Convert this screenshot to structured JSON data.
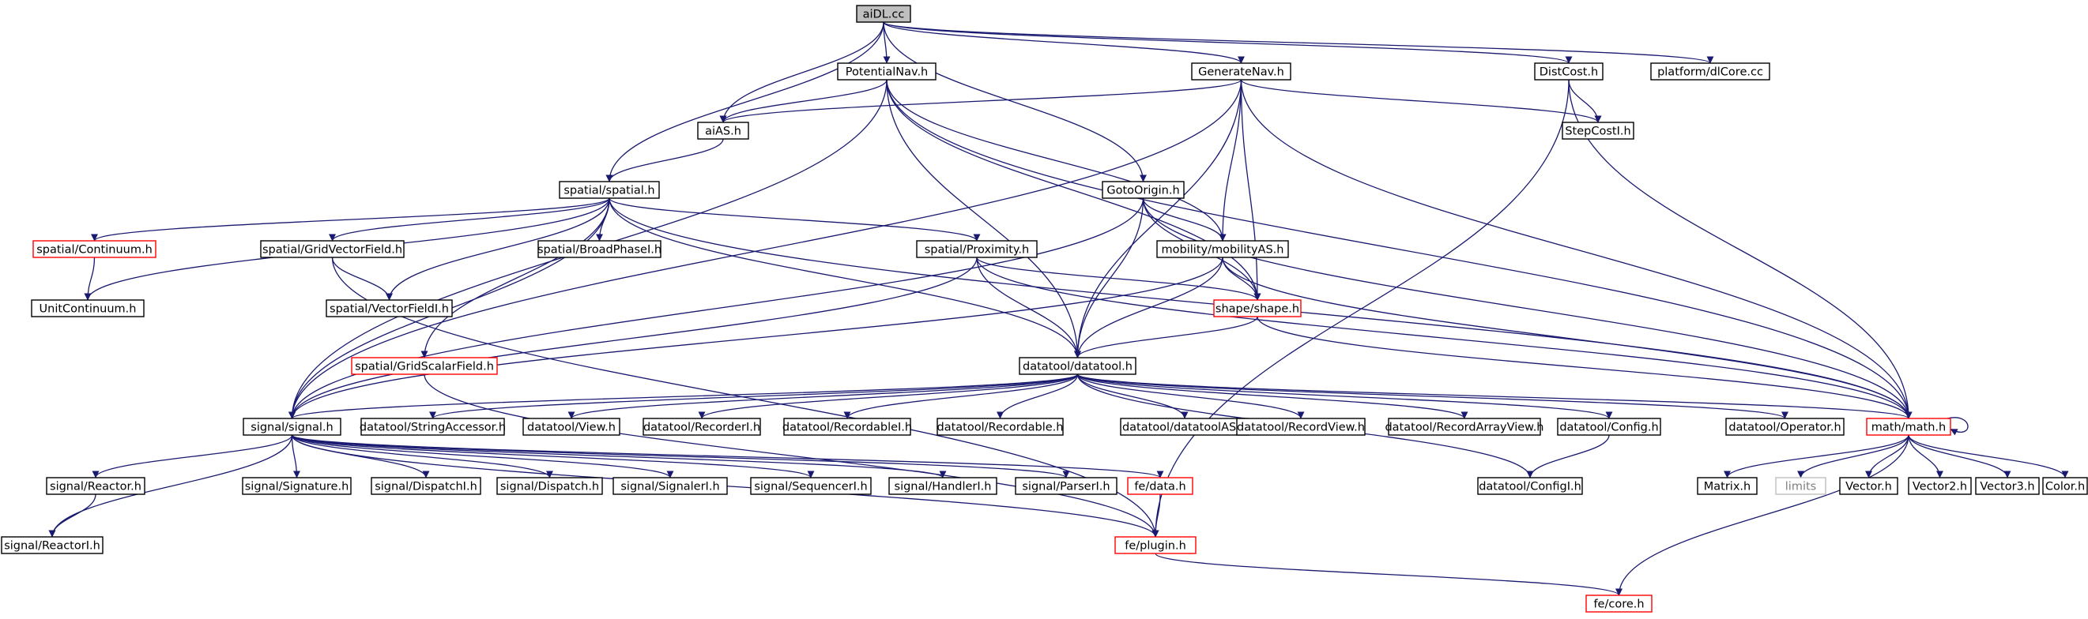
{
  "colors": {
    "edge": "#191970",
    "node_border": "#000000",
    "node_fill": "#ffffff",
    "root_fill": "#bfbfbf",
    "truncated_border": "#ff0000",
    "external_border": "#bfbfbf",
    "text": "#000000",
    "external_text": "#7f7f7f"
  },
  "nodes": [
    {
      "id": "aiDL",
      "label": "aiDL.cc",
      "style": "root"
    },
    {
      "id": "PotentialNav",
      "label": "PotentialNav.h",
      "style": "normal"
    },
    {
      "id": "GenerateNav",
      "label": "GenerateNav.h",
      "style": "normal"
    },
    {
      "id": "DistCost",
      "label": "DistCost.h",
      "style": "normal"
    },
    {
      "id": "dlCore",
      "label": "platform/dlCore.cc",
      "style": "normal"
    },
    {
      "id": "aiAS",
      "label": "aiAS.h",
      "style": "normal"
    },
    {
      "id": "StepCostI",
      "label": "StepCostI.h",
      "style": "normal"
    },
    {
      "id": "spatial",
      "label": "spatial/spatial.h",
      "style": "normal"
    },
    {
      "id": "GotoOrigin",
      "label": "GotoOrigin.h",
      "style": "normal"
    },
    {
      "id": "Continuum",
      "label": "spatial/Continuum.h",
      "style": "truncated"
    },
    {
      "id": "GridVectorField",
      "label": "spatial/GridVectorField.h",
      "style": "normal"
    },
    {
      "id": "BroadPhaseI",
      "label": "spatial/BroadPhaseI.h",
      "style": "normal"
    },
    {
      "id": "Proximity",
      "label": "spatial/Proximity.h",
      "style": "normal"
    },
    {
      "id": "mobilityAS",
      "label": "mobility/mobilityAS.h",
      "style": "normal"
    },
    {
      "id": "UnitContinuum",
      "label": "UnitContinuum.h",
      "style": "normal"
    },
    {
      "id": "VectorFieldI",
      "label": "spatial/VectorFieldI.h",
      "style": "normal"
    },
    {
      "id": "shape",
      "label": "shape/shape.h",
      "style": "truncated"
    },
    {
      "id": "GridScalarField",
      "label": "spatial/GridScalarField.h",
      "style": "truncated"
    },
    {
      "id": "datatool",
      "label": "datatool/datatool.h",
      "style": "normal"
    },
    {
      "id": "signal",
      "label": "signal/signal.h",
      "style": "normal"
    },
    {
      "id": "StringAccessor",
      "label": "datatool/StringAccessor.h",
      "style": "normal"
    },
    {
      "id": "View",
      "label": "datatool/View.h",
      "style": "normal"
    },
    {
      "id": "RecorderI",
      "label": "datatool/RecorderI.h",
      "style": "normal"
    },
    {
      "id": "RecordableI",
      "label": "datatool/RecordableI.h",
      "style": "normal"
    },
    {
      "id": "Recordable",
      "label": "datatool/Recordable.h",
      "style": "normal"
    },
    {
      "id": "datatoolAS",
      "label": "datatool/datatoolAS.h",
      "style": "normal"
    },
    {
      "id": "RecordView",
      "label": "datatool/RecordView.h",
      "style": "normal"
    },
    {
      "id": "RecordArrayView",
      "label": "datatool/RecordArrayView.h",
      "style": "normal"
    },
    {
      "id": "Config",
      "label": "datatool/Config.h",
      "style": "normal"
    },
    {
      "id": "Operator",
      "label": "datatool/Operator.h",
      "style": "normal"
    },
    {
      "id": "math",
      "label": "math/math.h",
      "style": "truncated"
    },
    {
      "id": "Reactor",
      "label": "signal/Reactor.h",
      "style": "normal"
    },
    {
      "id": "Signature",
      "label": "signal/Signature.h",
      "style": "normal"
    },
    {
      "id": "DispatchI",
      "label": "signal/DispatchI.h",
      "style": "normal"
    },
    {
      "id": "Dispatch",
      "label": "signal/Dispatch.h",
      "style": "normal"
    },
    {
      "id": "SignalerI",
      "label": "signal/SignalerI.h",
      "style": "normal"
    },
    {
      "id": "SequencerI",
      "label": "signal/SequencerI.h",
      "style": "normal"
    },
    {
      "id": "HandlerI",
      "label": "signal/HandlerI.h",
      "style": "normal"
    },
    {
      "id": "ParserI",
      "label": "signal/ParserI.h",
      "style": "normal"
    },
    {
      "id": "data",
      "label": "fe/data.h",
      "style": "truncated"
    },
    {
      "id": "ConfigI",
      "label": "datatool/ConfigI.h",
      "style": "normal"
    },
    {
      "id": "Matrix",
      "label": "Matrix.h",
      "style": "normal"
    },
    {
      "id": "limits",
      "label": "limits",
      "style": "external"
    },
    {
      "id": "Vector",
      "label": "Vector.h",
      "style": "normal"
    },
    {
      "id": "Vector2",
      "label": "Vector2.h",
      "style": "normal"
    },
    {
      "id": "Vector3",
      "label": "Vector3.h",
      "style": "normal"
    },
    {
      "id": "Color",
      "label": "Color.h",
      "style": "normal"
    },
    {
      "id": "ReactorI",
      "label": "signal/ReactorI.h",
      "style": "normal"
    },
    {
      "id": "plugin",
      "label": "fe/plugin.h",
      "style": "truncated"
    },
    {
      "id": "core",
      "label": "fe/core.h",
      "style": "truncated"
    }
  ],
  "edges": [
    [
      "aiDL",
      "PotentialNav"
    ],
    [
      "aiDL",
      "GenerateNav"
    ],
    [
      "aiDL",
      "DistCost"
    ],
    [
      "aiDL",
      "dlCore"
    ],
    [
      "aiDL",
      "aiAS"
    ],
    [
      "aiDL",
      "spatial"
    ],
    [
      "aiDL",
      "GotoOrigin"
    ],
    [
      "PotentialNav",
      "aiAS"
    ],
    [
      "PotentialNav",
      "mobilityAS"
    ],
    [
      "PotentialNav",
      "shape"
    ],
    [
      "PotentialNav",
      "datatool"
    ],
    [
      "PotentialNav",
      "signal"
    ],
    [
      "PotentialNav",
      "math"
    ],
    [
      "GenerateNav",
      "aiAS"
    ],
    [
      "GenerateNav",
      "StepCostI"
    ],
    [
      "GenerateNav",
      "mobilityAS"
    ],
    [
      "GenerateNav",
      "shape"
    ],
    [
      "GenerateNav",
      "datatool"
    ],
    [
      "GenerateNav",
      "signal"
    ],
    [
      "GenerateNav",
      "math"
    ],
    [
      "DistCost",
      "StepCostI"
    ],
    [
      "DistCost",
      "math"
    ],
    [
      "DistCost",
      "plugin"
    ],
    [
      "aiAS",
      "spatial"
    ],
    [
      "spatial",
      "Continuum"
    ],
    [
      "spatial",
      "GridVectorField"
    ],
    [
      "spatial",
      "BroadPhaseI"
    ],
    [
      "spatial",
      "Proximity"
    ],
    [
      "spatial",
      "UnitContinuum"
    ],
    [
      "spatial",
      "VectorFieldI"
    ],
    [
      "spatial",
      "GridScalarField"
    ],
    [
      "spatial",
      "datatool"
    ],
    [
      "spatial",
      "signal"
    ],
    [
      "spatial",
      "math"
    ],
    [
      "GotoOrigin",
      "mobilityAS"
    ],
    [
      "GotoOrigin",
      "shape"
    ],
    [
      "GotoOrigin",
      "datatool"
    ],
    [
      "GotoOrigin",
      "signal"
    ],
    [
      "GotoOrigin",
      "math"
    ],
    [
      "Continuum",
      "UnitContinuum"
    ],
    [
      "GridVectorField",
      "VectorFieldI"
    ],
    [
      "GridVectorField",
      "plugin"
    ],
    [
      "Proximity",
      "shape"
    ],
    [
      "Proximity",
      "datatool"
    ],
    [
      "Proximity",
      "signal"
    ],
    [
      "Proximity",
      "math"
    ],
    [
      "mobilityAS",
      "shape"
    ],
    [
      "mobilityAS",
      "datatool"
    ],
    [
      "mobilityAS",
      "signal"
    ],
    [
      "mobilityAS",
      "math"
    ],
    [
      "shape",
      "datatool"
    ],
    [
      "shape",
      "math"
    ],
    [
      "GridScalarField",
      "plugin"
    ],
    [
      "datatool",
      "signal"
    ],
    [
      "datatool",
      "StringAccessor"
    ],
    [
      "datatool",
      "View"
    ],
    [
      "datatool",
      "RecorderI"
    ],
    [
      "datatool",
      "RecordableI"
    ],
    [
      "datatool",
      "Recordable"
    ],
    [
      "datatool",
      "datatoolAS"
    ],
    [
      "datatool",
      "RecordView"
    ],
    [
      "datatool",
      "RecordArrayView"
    ],
    [
      "datatool",
      "Config"
    ],
    [
      "datatool",
      "Operator"
    ],
    [
      "datatool",
      "math"
    ],
    [
      "datatool",
      "ConfigI"
    ],
    [
      "signal",
      "Reactor"
    ],
    [
      "signal",
      "Signature"
    ],
    [
      "signal",
      "DispatchI"
    ],
    [
      "signal",
      "Dispatch"
    ],
    [
      "signal",
      "SignalerI"
    ],
    [
      "signal",
      "SequencerI"
    ],
    [
      "signal",
      "HandlerI"
    ],
    [
      "signal",
      "ParserI"
    ],
    [
      "signal",
      "data"
    ],
    [
      "signal",
      "ReactorI"
    ],
    [
      "signal",
      "plugin"
    ],
    [
      "Reactor",
      "ReactorI"
    ],
    [
      "Config",
      "ConfigI"
    ],
    [
      "data",
      "plugin"
    ],
    [
      "plugin",
      "core"
    ],
    [
      "math",
      "math"
    ],
    [
      "math",
      "Matrix"
    ],
    [
      "math",
      "limits"
    ],
    [
      "math",
      "Vector"
    ],
    [
      "math",
      "Vector2"
    ],
    [
      "math",
      "Vector3"
    ],
    [
      "math",
      "Color"
    ],
    [
      "math",
      "core"
    ]
  ]
}
